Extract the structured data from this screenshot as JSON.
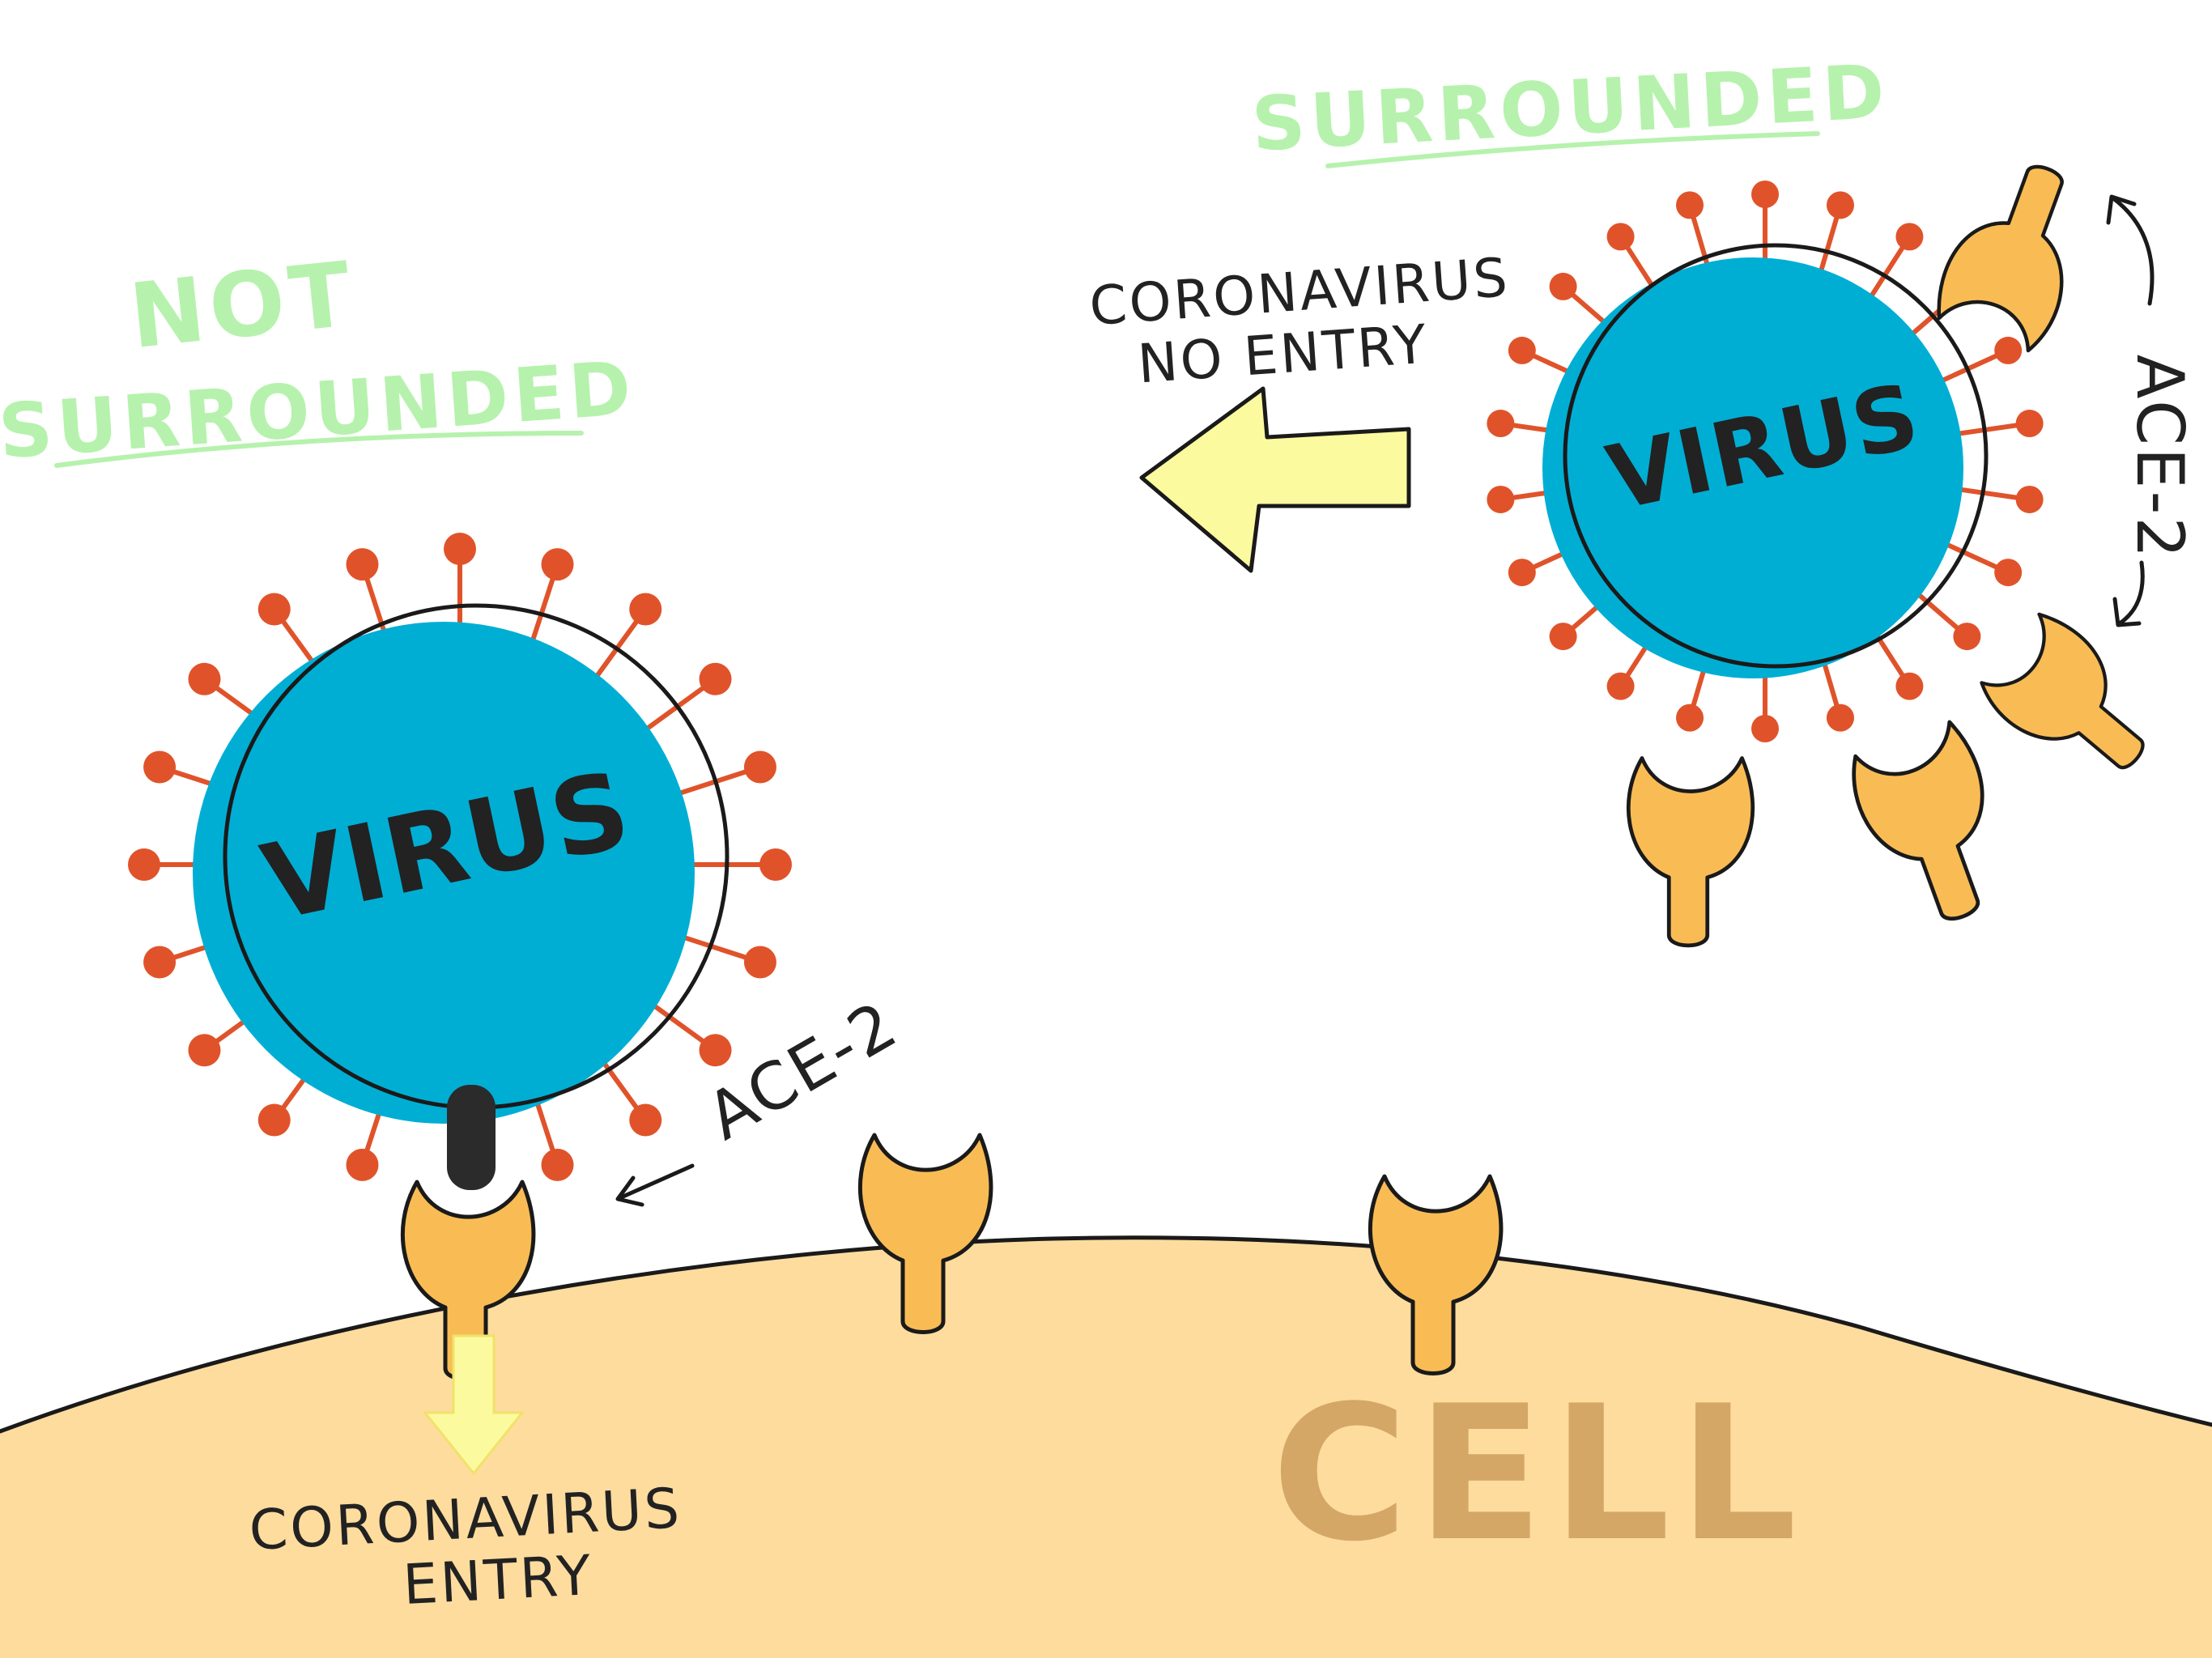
{
  "labels": {
    "not_line1": "NOT",
    "not_line2": "SURROUNDED",
    "surrounded": "SURROUNDED",
    "no_entry_line1": "CORONAVIRUS",
    "no_entry_line2": "NO ENTRY",
    "entry_line1": "CORONAVIRUS",
    "entry_line2": "ENTRY",
    "ace2_left": "ACE-2",
    "ace2_right": "ACE-2",
    "virus_left": "VIRUS",
    "virus_right": "VIRUS",
    "cell": "CELL"
  },
  "colors": {
    "virus": "#00aed4",
    "spike": "#e0532a",
    "receptor": "#f9bc55",
    "receptor_shadow": "#f2d98e",
    "cell": "#fddc9e",
    "cell_text": "#d4a766",
    "arrow": "#fcfa9f",
    "green_label": "#b6f2ad",
    "outline": "#1a1a1a",
    "binder": "#2b2b2b"
  },
  "icons": {
    "virus": "virus-icon",
    "receptor": "ace2-receptor-icon",
    "arrow": "arrow-icon"
  }
}
